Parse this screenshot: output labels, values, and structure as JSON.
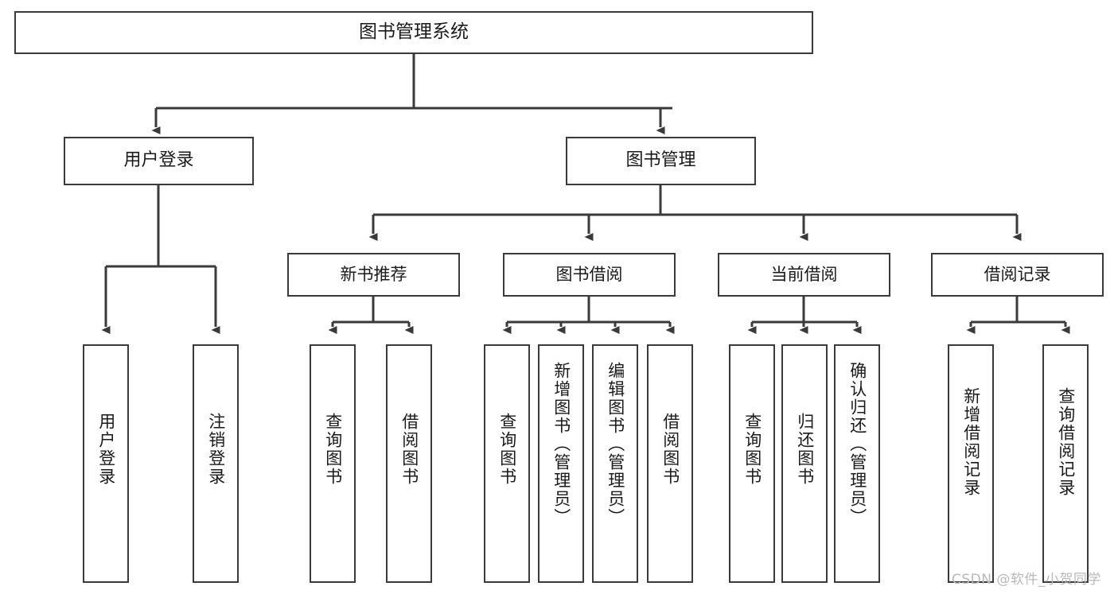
{
  "diagram": {
    "type": "tree-hierarchy",
    "title": "图书管理系统",
    "watermark": "CSDN @软件_小贺同学",
    "colors": {
      "box_border": "#3a3a3a",
      "box_fill": "#ffffff",
      "connector": "#3a3a3a",
      "text": "#1a1a1a",
      "watermark": "#b9b9b9"
    },
    "nodes": {
      "root": {
        "label": "图书管理系统"
      },
      "level2": [
        {
          "id": "user-login",
          "label": "用户登录"
        },
        {
          "id": "book-manage",
          "label": "图书管理"
        }
      ],
      "level3": [
        {
          "id": "new-book-recommend",
          "label": "新书推荐"
        },
        {
          "id": "book-borrow",
          "label": "图书借阅"
        },
        {
          "id": "current-borrow",
          "label": "当前借阅"
        },
        {
          "id": "borrow-record",
          "label": "借阅记录"
        }
      ],
      "leaves": [
        {
          "id": "leaf-user-login",
          "label": "用户登录",
          "parent": "user-login"
        },
        {
          "id": "leaf-logout",
          "label": "注销登录",
          "parent": "user-login"
        },
        {
          "id": "leaf-query-book-1",
          "label": "查询图书",
          "parent": "new-book-recommend"
        },
        {
          "id": "leaf-borrow-book-1",
          "label": "借阅图书",
          "parent": "new-book-recommend"
        },
        {
          "id": "leaf-query-book-2",
          "label": "查询图书",
          "parent": "book-borrow"
        },
        {
          "id": "leaf-add-book",
          "label": "新增图书（管理员）",
          "parent": "book-borrow"
        },
        {
          "id": "leaf-edit-book",
          "label": "编辑图书（管理员）",
          "parent": "book-borrow"
        },
        {
          "id": "leaf-borrow-book-2",
          "label": "借阅图书",
          "parent": "book-borrow"
        },
        {
          "id": "leaf-query-book-3",
          "label": "查询图书",
          "parent": "current-borrow"
        },
        {
          "id": "leaf-return-book",
          "label": "归还图书",
          "parent": "current-borrow"
        },
        {
          "id": "leaf-confirm-return",
          "label": "确认归还（管理员）",
          "parent": "current-borrow"
        },
        {
          "id": "leaf-add-record",
          "label": "新增借阅记录",
          "parent": "borrow-record"
        },
        {
          "id": "leaf-query-record",
          "label": "查询借阅记录",
          "parent": "borrow-record"
        }
      ]
    }
  }
}
